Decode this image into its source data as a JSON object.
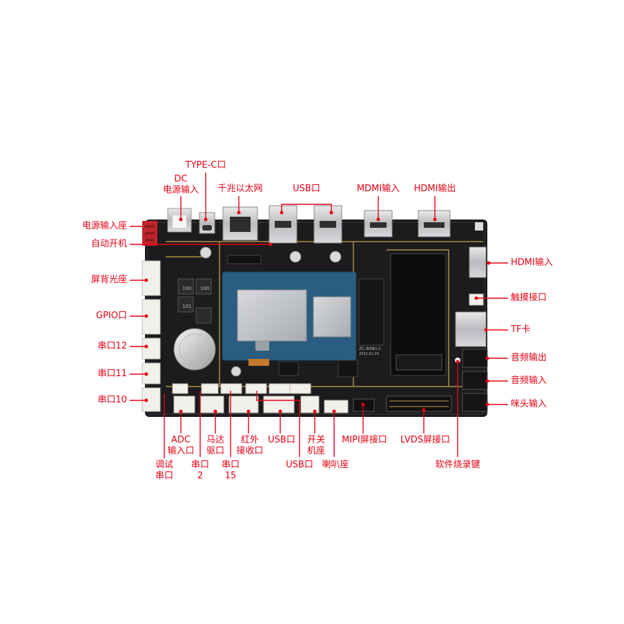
{
  "colors": {
    "annotation": "#e60012",
    "board": "#1c1c1e",
    "trace": "#c8a34a",
    "module": "#2a5d80",
    "connector_white": "#f2f0ea",
    "connector_red": "#c0252b"
  },
  "top_labels": {
    "type_c": "TYPE-C口",
    "dc_line1": "DC",
    "dc_line2": "电源输入",
    "ethernet": "千兆以太网",
    "usb": "USB口",
    "mdmi_in": "MDMI输入",
    "hdmi_out": "HDMI输出"
  },
  "left_labels": {
    "power_socket": "电源输入座",
    "auto_power": "自动开机",
    "backlight": "屏背光座",
    "gpio": "GPIO口",
    "serial12": "串口12",
    "serial11": "串口11",
    "serial10": "串口10"
  },
  "right_labels": {
    "hdmi_in": "HDMI输入",
    "touch": "触摸接口",
    "tf": "TF卡",
    "audio_out": "音频输出",
    "audio_in": "音频输入",
    "mic_in": "咪头输入"
  },
  "bottom_labels": {
    "adc_1": "ADC",
    "adc_2": "输入口",
    "motor_1": "马达",
    "motor_2": "驱口",
    "ir_1": "红外",
    "ir_2": "接收口",
    "usb_a": "USB口",
    "switch_1": "开关",
    "switch_2": "机座",
    "mipi": "MIPI屏接口",
    "lvds": "LVDS屏接口",
    "debug_1": "调试",
    "debug_2": "串口",
    "serial2_1": "串口",
    "serial2_2": "2",
    "serial15_1": "串口",
    "serial15_2": "15",
    "usb_b": "USB口",
    "speaker": "喇叭座",
    "burn_key": "软件烧录键"
  },
  "silkscreen": {
    "model": "ZC-845",
    "version": "V1.0",
    "date": "2022.01.20",
    "cap1": "100",
    "cap2": "101",
    "cap3": "100"
  }
}
